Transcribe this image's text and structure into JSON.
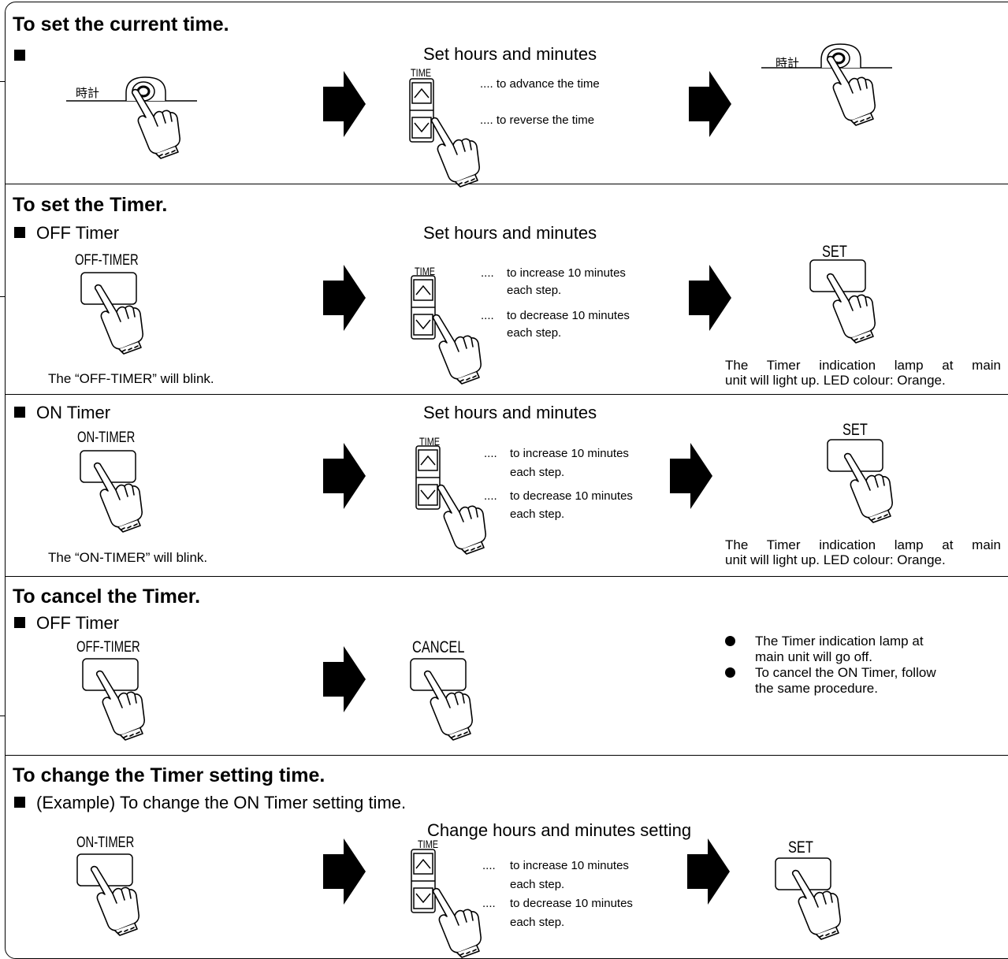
{
  "sections": {
    "current_time": {
      "title": "To set the current time.",
      "clock_label": "時計",
      "set_label": "Set hours and minutes",
      "time_label": "TIME",
      "advance": ".... to advance the time",
      "reverse": ".... to reverse the time"
    },
    "set_timer": {
      "title": "To set the Timer.",
      "off": {
        "label": "OFF Timer",
        "button": "OFF-TIMER",
        "caption": "The “OFF-TIMER” will blink.",
        "set_label": "Set hours and minutes",
        "time_label": "TIME",
        "increase_dots": "....",
        "increase_1": "to increase 10 minutes",
        "increase_2": "each step.",
        "decrease_dots": "....",
        "decrease_1": "to decrease 10 minutes",
        "decrease_2": "each step.",
        "set_button": "SET",
        "lamp_1": "The Timer indication lamp at main",
        "lamp_2": "unit will light up. LED colour: Orange."
      },
      "on": {
        "label": "ON Timer",
        "button": "ON-TIMER",
        "caption": "The “ON-TIMER” will blink.",
        "set_label": "Set hours and minutes",
        "time_label": "TIME",
        "increase_dots": "....",
        "increase_1": "to increase 10 minutes",
        "increase_2": "each step.",
        "decrease_dots": "....",
        "decrease_1": "to decrease 10 minutes",
        "decrease_2": "each step.",
        "set_button": "SET",
        "lamp_1": "The Timer indication lamp at main",
        "lamp_2": "unit will light up. LED colour: Orange."
      }
    },
    "cancel_timer": {
      "title": "To cancel the Timer.",
      "label": "OFF Timer",
      "button": "OFF-TIMER",
      "cancel_button": "CANCEL",
      "bullet_1a": "The Timer indication lamp at",
      "bullet_1b": "main unit will go off.",
      "bullet_2a": "To cancel the ON Timer, follow",
      "bullet_2b": "the same procedure."
    },
    "change_timer": {
      "title": "To change the Timer setting time.",
      "label": "(Example) To change the ON Timer setting time.",
      "button": "ON-TIMER",
      "change_label": "Change hours and minutes setting",
      "time_label": "TIME",
      "increase_dots": "....",
      "increase_1": "to increase 10 minutes",
      "increase_2": "each step.",
      "decrease_dots": "....",
      "decrease_1": "to decrease 10 minutes",
      "decrease_2": "each step.",
      "set_button": "SET"
    }
  }
}
